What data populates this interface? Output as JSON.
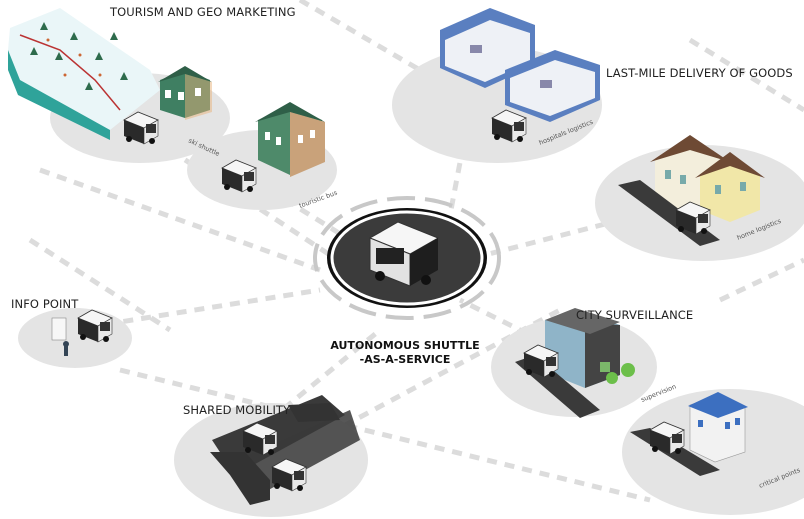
{
  "center": {
    "line1": "AUTONOMOUS SHUTTLE",
    "line2": "-AS-A-SERVICE"
  },
  "sections": {
    "tourism": "TOURISM AND GEO MARKETING",
    "delivery": "LAST-MILE DELIVERY OF GOODS",
    "info_point": "INFO POINT",
    "surveillance": "CITY SURVEILLANCE",
    "shared_mobility": "SHARED MOBILITY"
  },
  "sublabels": {
    "ski_shuttle": "ski shuttle",
    "touristic_bus": "touristic bus",
    "hospitals_logistics": "hospitals logistics",
    "home_logistics": "home logistics",
    "supervision": "supervision",
    "critical_points": "critical points"
  },
  "colors": {
    "platform": "#e4e4e4",
    "connector": "#dcdcdc",
    "shuttle_body": "#f4f4f4",
    "shuttle_dark": "#222222",
    "road": "#3a3a3a",
    "building_green": "#3f7f62",
    "building_blue": "#5a7fc0",
    "snow": "#eaf6f8",
    "hill_teal": "#2fa39a",
    "house_roof": "#6e4a34"
  }
}
